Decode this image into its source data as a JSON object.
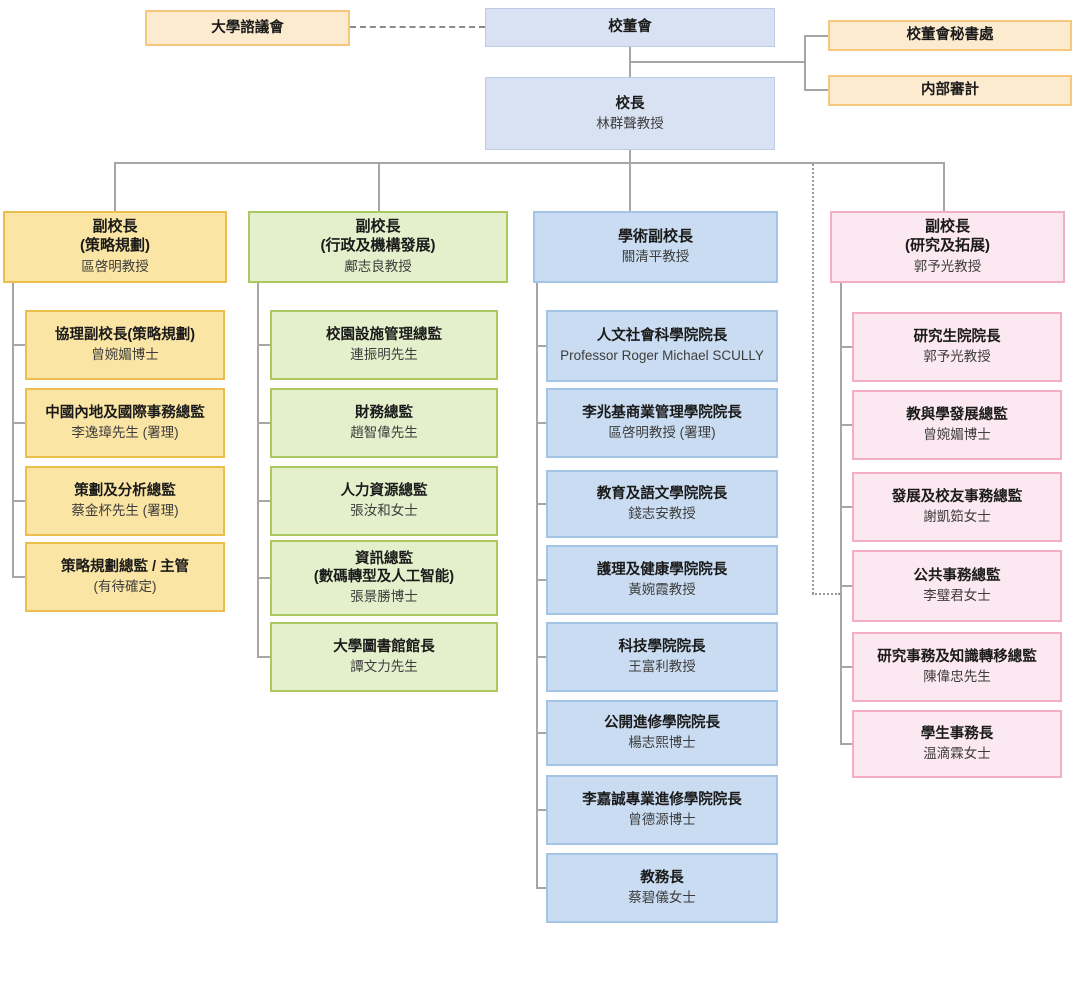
{
  "colors": {
    "orange-fill": "#FDEBCF",
    "orange-border": "#F5C87E",
    "topblue-fill": "#D9E2F2",
    "topblue-border": "#BFCBE6",
    "yellow-fill": "#FBE5A4",
    "yellow-border": "#ECBE4D",
    "green-fill": "#E4EFCB",
    "green-border": "#ABC95F",
    "blue-fill": "#C9DCF1",
    "blue-border": "#A3C4E5",
    "pink-fill": "#FCE8F0",
    "pink-border": "#F3AEC6",
    "line": "#A6A6A6"
  },
  "org": {
    "court": {
      "title": "大學諮議會"
    },
    "council": {
      "title": "校董會"
    },
    "secretariat": {
      "title": "校董會秘書處"
    },
    "audit": {
      "title": "内部審計"
    },
    "president": {
      "title": "校長",
      "name": "林群聲教授"
    },
    "col1": {
      "head": {
        "title": "副校長\n(策略規劃)",
        "name": "區啓明教授"
      },
      "items": [
        {
          "title": "協理副校長(策略規劃)",
          "name": "曾婉媚博士"
        },
        {
          "title": "中國內地及國際事務總監",
          "name": "李逸璋先生 (署理)"
        },
        {
          "title": "策劃及分析總監",
          "name": "蔡金杯先生 (署理)"
        },
        {
          "title": "策略規劃總監 / 主管",
          "name": "(有待確定)"
        }
      ]
    },
    "col2": {
      "head": {
        "title": "副校長\n(行政及機構發展)",
        "name": "鄺志良教授"
      },
      "items": [
        {
          "title": "校園設施管理總監",
          "name": "連振明先生"
        },
        {
          "title": "財務總監",
          "name": "趙智偉先生"
        },
        {
          "title": "人力資源總監",
          "name": "張汝和女士"
        },
        {
          "title": "資訊總監\n(數碼轉型及人工智能)",
          "name": "張景勝博士"
        },
        {
          "title": "大學圖書館館長",
          "name": "譚文力先生"
        }
      ]
    },
    "col3": {
      "head": {
        "title": "學術副校長",
        "name": "關清平教授"
      },
      "items": [
        {
          "title": "人文社會科學院院長",
          "name": "Professor Roger Michael SCULLY"
        },
        {
          "title": "李兆基商業管理學院院長",
          "name": "區啓明教授 (署理)"
        },
        {
          "title": "教育及語文學院院長",
          "name": "錢志安教授"
        },
        {
          "title": "護理及健康學院院長",
          "name": "黃婉霞教授"
        },
        {
          "title": "科技學院院長",
          "name": "王富利教授"
        },
        {
          "title": "公開進修學院院長",
          "name": "楊志熙博士"
        },
        {
          "title": "李嘉誠專業進修學院院長",
          "name": "曾德源博士"
        },
        {
          "title": "教務長",
          "name": "蔡碧儀女士"
        }
      ]
    },
    "col4": {
      "head": {
        "title": "副校長\n(研究及拓展)",
        "name": "郭予光教授"
      },
      "items": [
        {
          "title": "研究生院院長",
          "name": "郭予光教授"
        },
        {
          "title": "教與學發展總監",
          "name": "曾婉媚博士"
        },
        {
          "title": "發展及校友事務總監",
          "name": "謝凱筎女士"
        },
        {
          "title": "公共事務總監",
          "name": "李璧君女士"
        },
        {
          "title": "研究事務及知識轉移總監",
          "name": "陳偉忠先生"
        },
        {
          "title": "學生事務長",
          "name": "温滴霖女士"
        }
      ]
    }
  }
}
